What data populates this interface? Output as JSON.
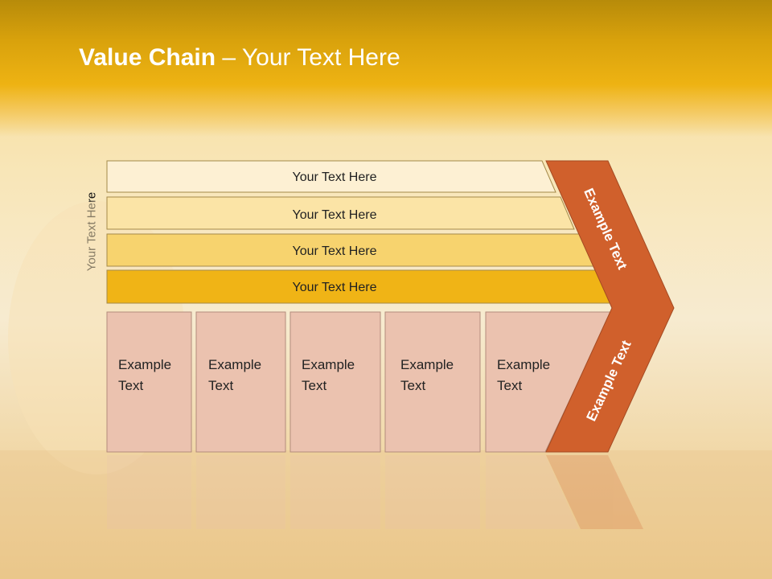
{
  "title": {
    "bold": "Value Chain",
    "rest": " – Your Text Here"
  },
  "side_label": "Your Text Here",
  "bars": [
    {
      "label": "Your Text Here",
      "color": "#fdf0d3"
    },
    {
      "label": "Your Text Here",
      "color": "#fbe4a6"
    },
    {
      "label": "Your Text Here",
      "color": "#f7d36e"
    },
    {
      "label": "Your Text Here",
      "color": "#f0b416"
    }
  ],
  "boxes": [
    {
      "line1": "Example",
      "line2": "Text"
    },
    {
      "line1": "Example",
      "line2": "Text"
    },
    {
      "line1": "Example",
      "line2": "Text"
    },
    {
      "line1": "Example",
      "line2": "Text"
    },
    {
      "line1": "Example",
      "line2": "Text"
    }
  ],
  "chevron": {
    "upper_label": "Example Text",
    "lower_label": "Example Text",
    "color": "#d0602c"
  },
  "box_color": "#ebc2af"
}
